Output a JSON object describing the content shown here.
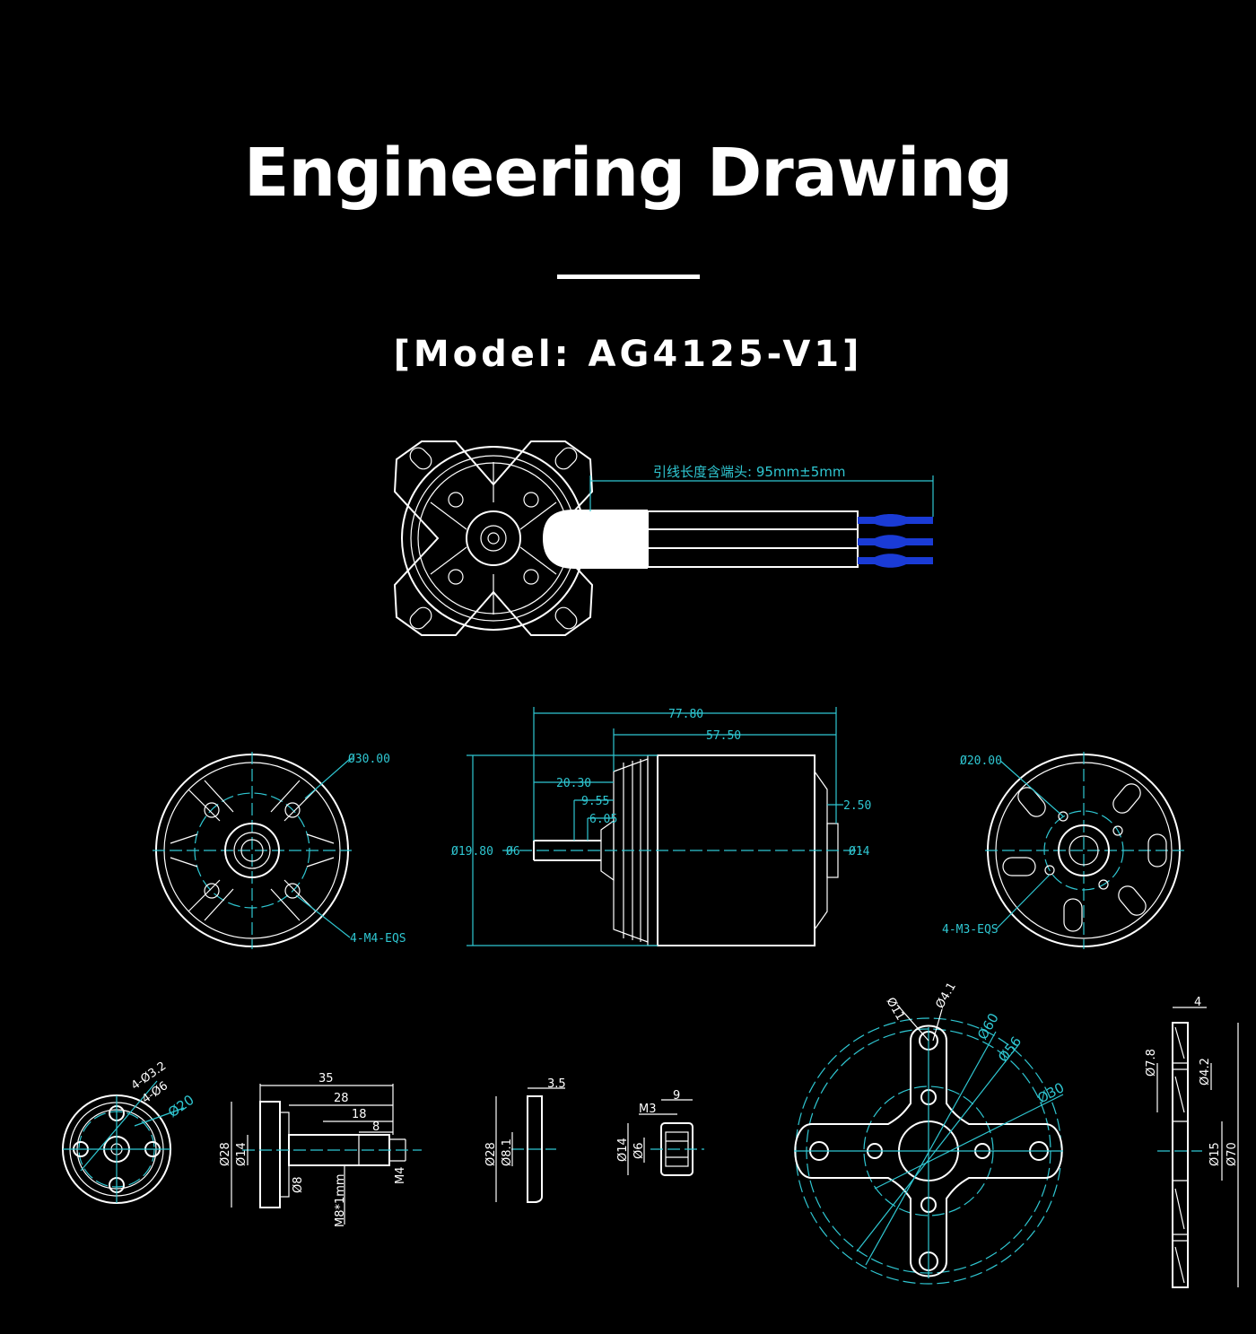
{
  "header": {
    "title": "Engineering Drawing",
    "model": "[Model: AG4125-V1]"
  },
  "top_view": {
    "lead_label": "引线长度含端头: 95mm±5mm",
    "lead_color": "#1a3bd6"
  },
  "front_view": {
    "dia_label": "Ø30.00",
    "screw_label": "4-M4-EQS"
  },
  "side_view": {
    "overall_length": "77.80",
    "body_length": "57.50",
    "shaft_offset": "20.30",
    "dim_955": "9.55",
    "dim_605": "6.05",
    "dim_250": "2.50",
    "body_dia": "Ø19.80",
    "shaft_dia": "Ø6",
    "rear_dia": "Ø14"
  },
  "rear_view": {
    "dia_label": "Ø20.00",
    "screw_label": "4-M3-EQS"
  },
  "prop_adapter_face": {
    "holes_small": "4-Ø3.2",
    "holes_large": "4-Ø6",
    "pcd": "Ø20"
  },
  "prop_adapter_side": {
    "len_35": "35",
    "len_28": "28",
    "len_18": "18",
    "len_8": "8",
    "dia_28": "Ø28",
    "dia_14": "Ø14",
    "dia_8": "Ø8",
    "thread": "M8*1mm",
    "m4": "M4"
  },
  "washer": {
    "thick": "3.5",
    "dia_28": "Ø28",
    "dia_81": "Ø8.1"
  },
  "collet": {
    "len_9": "9",
    "m3": "M3",
    "dia_14": "Ø14",
    "dia_6": "Ø6"
  },
  "mount_front": {
    "d11": "Ø11",
    "d41": "Ø4.1",
    "d60": "Ø60",
    "d56": "Ø56",
    "d30": "Ø30"
  },
  "mount_side": {
    "thick": "4",
    "d78": "Ø7.8",
    "d42": "Ø4.2",
    "d15": "Ø15",
    "d70": "Ø70"
  }
}
